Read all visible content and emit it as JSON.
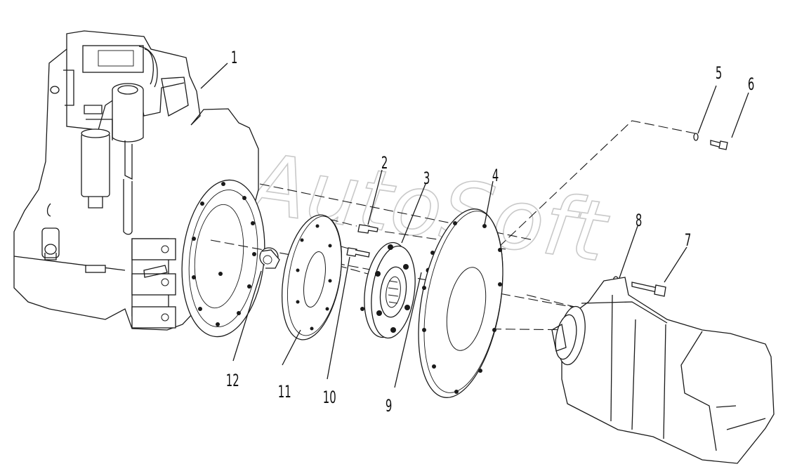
{
  "diagram": {
    "watermark": "AutoSoft",
    "callouts": [
      "1",
      "2",
      "3",
      "4",
      "5",
      "6",
      "7",
      "8",
      "9",
      "10",
      "11",
      "12"
    ]
  }
}
